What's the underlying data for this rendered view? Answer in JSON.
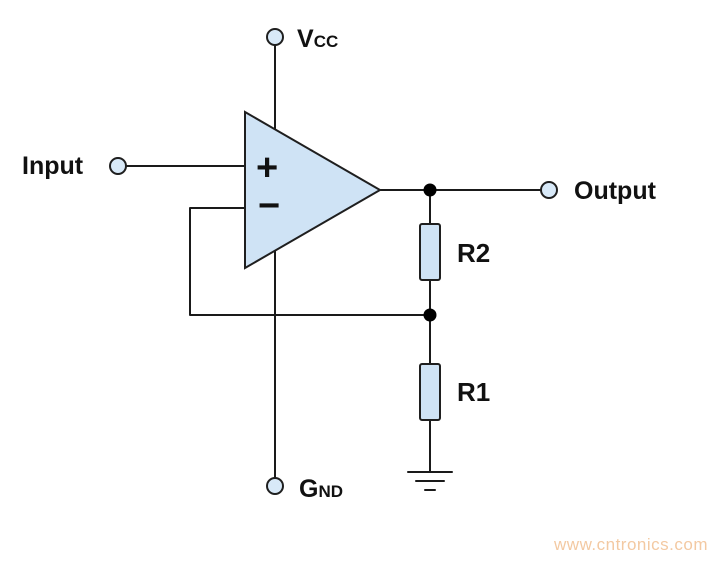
{
  "diagram": {
    "labels": {
      "input": "Input",
      "output": "Output",
      "vcc_main": "V",
      "vcc_sub": "CC",
      "gnd_main": "G",
      "gnd_sub": "ND",
      "r1": "R1",
      "r2": "R2",
      "opamp_plus": "+",
      "opamp_minus": "−"
    },
    "colors": {
      "component_fill": "#cfe3f5",
      "terminal_fill": "#d8e9f8",
      "stroke": "#1a1a1a",
      "node": "#000000",
      "watermark": "#f3c9a2",
      "background": "#ffffff"
    },
    "watermark": "www.cntronics.com"
  }
}
